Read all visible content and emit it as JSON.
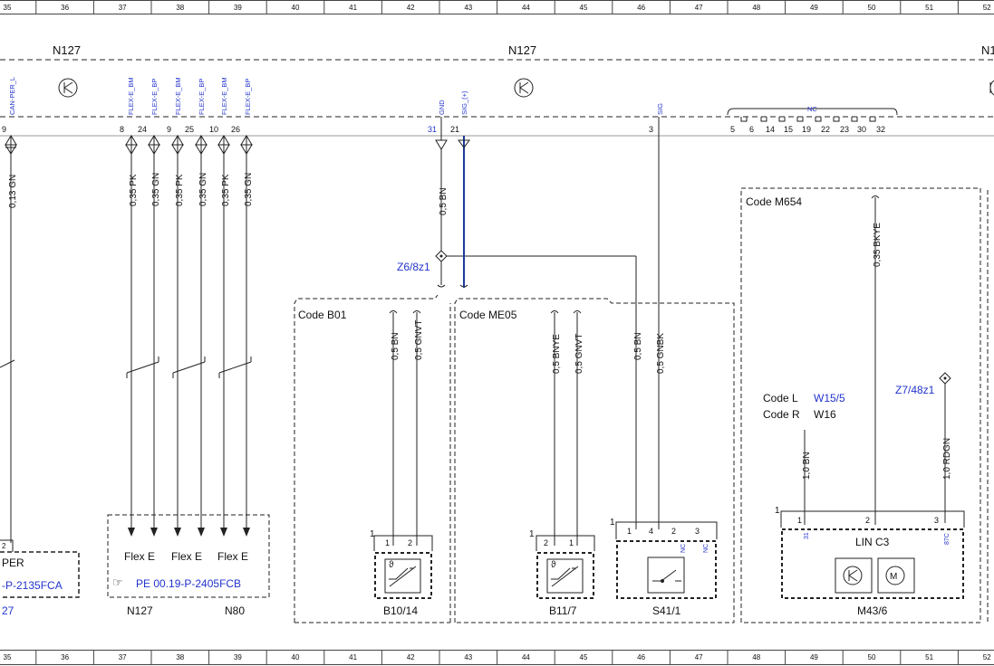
{
  "ruler": {
    "numbers": [
      "35",
      "36",
      "37",
      "38",
      "39",
      "40",
      "41",
      "42",
      "43",
      "44",
      "45",
      "46",
      "47",
      "48",
      "49",
      "50",
      "51",
      "52"
    ]
  },
  "module_labels": {
    "left": "N127",
    "center": "N127",
    "right_partial": "N1"
  },
  "signals": {
    "can_per_l": "CAN-PER_L",
    "flex_e_bm": "FLEX-E_BM",
    "flex_e_bp": "FLEX-E_BP",
    "gnd": "GND",
    "sig_plus": "SIG_(+)",
    "sig": "SIG",
    "nc": "NC"
  },
  "pins": {
    "p9": "9",
    "p8": "8",
    "p24": "24",
    "p9b": "9",
    "p25": "25",
    "p10": "10",
    "p26": "26",
    "p31": "31",
    "p21": "21",
    "p3": "3",
    "nc_pins": [
      "5",
      "6",
      "14",
      "15",
      "19",
      "22",
      "23",
      "30",
      "32"
    ]
  },
  "wires": {
    "w1": "0,13 GN",
    "w2": "0,35 PK",
    "w3": "0,35 GN",
    "w4": "0,35 PK",
    "w5": "0,35 GN",
    "w6": "0,35 PK",
    "w7": "0,35 GN",
    "gnd": "0,5 BN",
    "b01_1": "0,5 BN",
    "b01_2": "0,5 GNVT",
    "me05_1": "0,5 BNYE",
    "me05_2": "0,5 GNVT",
    "me05_3": "0,5 BN",
    "me05_4": "0,5 GNBK",
    "m654_bkye": "0,35 BKYE",
    "m654_bn": "1,0 BN",
    "m654_rdgn": "1,0 RDGN"
  },
  "splices": {
    "z6": "Z6/8z1",
    "z7": "Z7/48z1"
  },
  "codes": {
    "b01": "Code B01",
    "me05": "Code ME05",
    "m654": "Code M654",
    "code_l": "Code L",
    "code_l_ref": "W15/5",
    "code_r": "Code R",
    "code_r_ref": "W16"
  },
  "left_partial": {
    "label": "PER",
    "ref": "-P-2135FCA",
    "num": "27",
    "pin": "2"
  },
  "flex_box": {
    "labels": [
      "Flex E",
      "Flex E",
      "Flex E"
    ],
    "ref": "PE 00.19-P-2405FCB",
    "n127": "N127",
    "n80": "N80"
  },
  "components": {
    "b10": {
      "name": "B10/14",
      "conn": "1",
      "pin1": "1",
      "pin2": "2"
    },
    "b11": {
      "name": "B11/7",
      "conn": "1",
      "pin1": "2",
      "pin2": "1"
    },
    "s41": {
      "name": "S41/1",
      "conn": "1",
      "pins": [
        "1",
        "4",
        "2",
        "3"
      ],
      "nc": "NC"
    },
    "m43": {
      "name": "M43/6",
      "conn": "1",
      "pins": [
        "1",
        "2",
        "3"
      ],
      "lin": "LIN C3",
      "term31": "31",
      "term87": "87C"
    }
  },
  "colors": {
    "blue": "#2233cc",
    "wire_blue": "#1a3a9a",
    "line": "#222222"
  }
}
